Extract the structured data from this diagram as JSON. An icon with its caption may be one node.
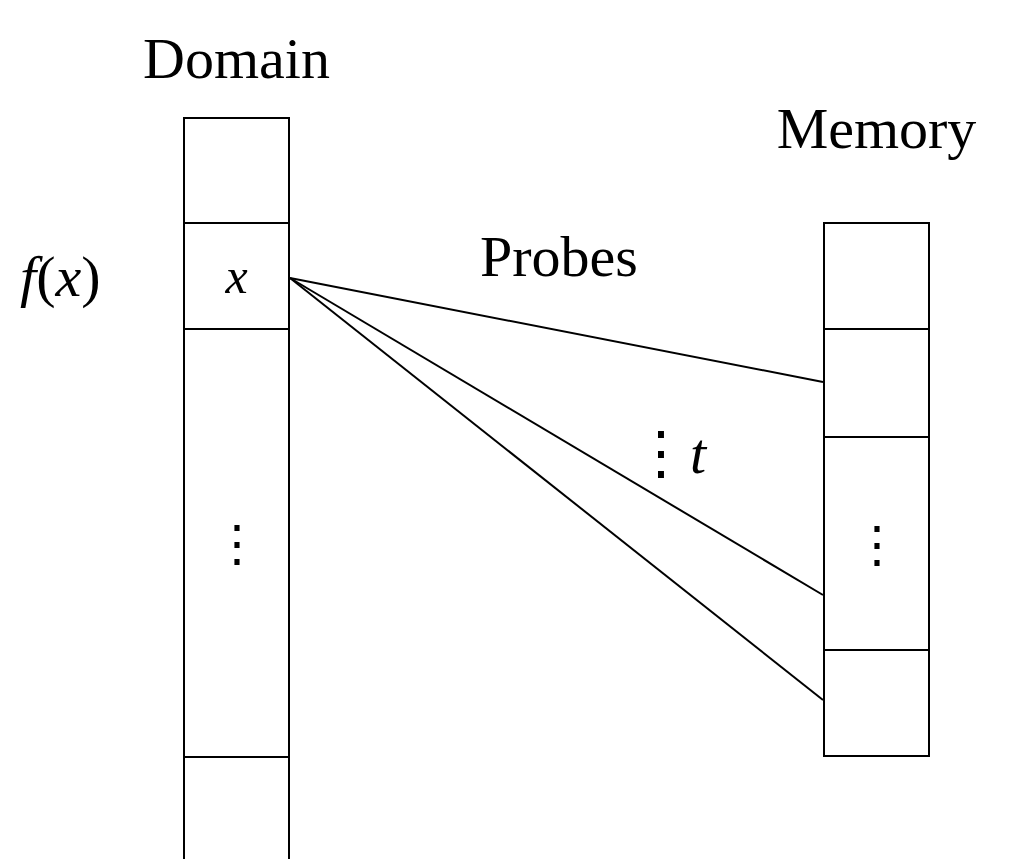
{
  "diagram": {
    "nodes": [
      {
        "text": [
          "Domain"
        ]
      },
      {
        "text": [],
        "shape": "box",
        "in": 0
      },
      {
        "text": [
          "x"
        ],
        "in": 0,
        "beside": [
          "*f*(*x*)"
        ]
      },
      {
        "text": [
          "⋮"
        ],
        "in": 0
      },
      {
        "text": [],
        "shape": "box",
        "in": 0
      },
      {
        "text": [
          "Memory"
        ]
      },
      {
        "text": [],
        "shape": "box",
        "in": 5
      },
      {
        "text": [],
        "shape": "box",
        "in": 5
      },
      {
        "text": [
          "⋮"
        ],
        "in": 5
      },
      {
        "text": [],
        "shape": "box",
        "in": 5
      }
    ],
    "edges": [
      {
        "from": 2,
        "to": 7,
        "arrow": "none"
      },
      {
        "from": 2,
        "to": 8,
        "arrow": "none"
      },
      {
        "from": 2,
        "to": 9,
        "arrow": "none"
      }
    ],
    "labels": [
      "Probes",
      "⋮*t*"
    ]
  }
}
